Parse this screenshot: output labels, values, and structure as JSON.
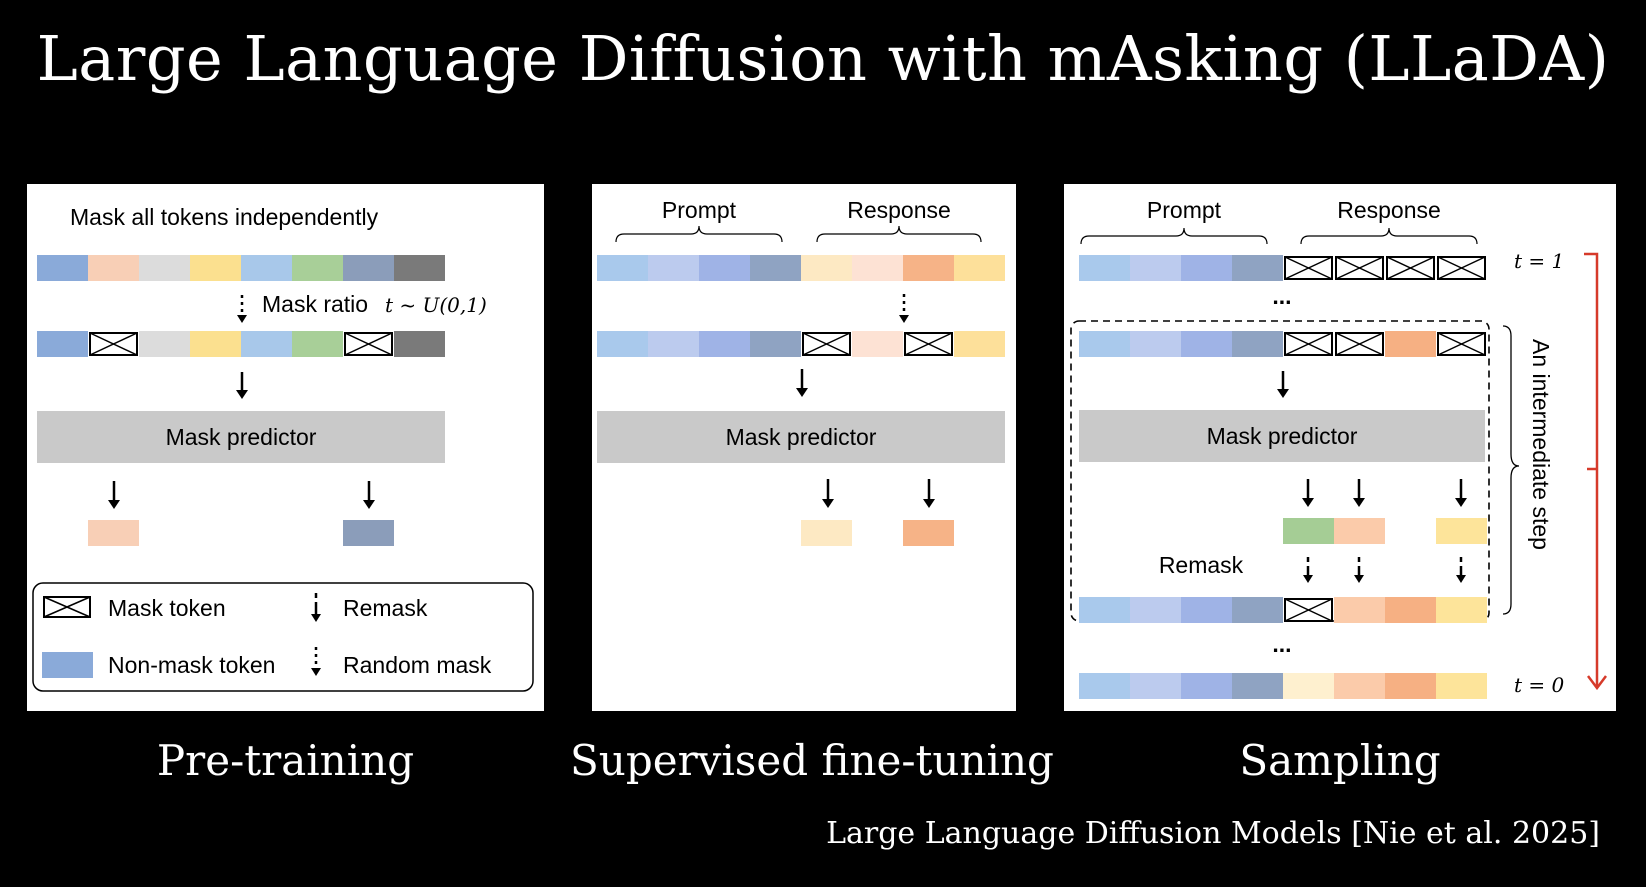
{
  "slide": {
    "title": "Large Language Diffusion with mAsking (LLaDA)",
    "citation": "Large Language Diffusion Models [Nie et al. 2025]"
  },
  "colors": {
    "background": "#000000",
    "panel": "#ffffff",
    "predictor": "#c9c9c9",
    "time_arrow": "#d63a2a",
    "tokens": {
      "blue1": "#8aaad9",
      "peach": "#f8cfb6",
      "lightgray": "#dcdcdc",
      "yellow": "#fbe08f",
      "skyblue": "#a8c8ea",
      "green": "#a8cf98",
      "slate": "#8b9dba",
      "darkgray": "#7a7a7a",
      "p1": "#a9c9ec",
      "p2": "#bccbee",
      "p3": "#9fb3e6",
      "p4": "#8fa3c2",
      "r_cream": "#fde9c3",
      "r_pink": "#fde2d4",
      "r_orange": "#f6b387",
      "r_yellow": "#fde09a",
      "s_peach": "#fbcbaa",
      "s_orange": "#f6b083",
      "s_yellow": "#fde49a",
      "s_cream": "#fef0cf",
      "s_green": "#a5cd95"
    }
  },
  "pretraining": {
    "caption": "Pre-training",
    "header": "Mask all tokens independently",
    "mask_ratio_label": "Mask ratio",
    "mask_ratio_formula": "t ~ U(0,1)",
    "predictor_label": "Mask predictor",
    "legend": {
      "mask_token": "Mask token",
      "non_mask_token": "Non-mask token",
      "remask": "Remask",
      "random_mask": "Random mask"
    }
  },
  "sft": {
    "caption": "Supervised fine-tuning",
    "prompt_label": "Prompt",
    "response_label": "Response",
    "predictor_label": "Mask predictor"
  },
  "sampling": {
    "caption": "Sampling",
    "prompt_label": "Prompt",
    "response_label": "Response",
    "predictor_label": "Mask predictor",
    "remask_label": "Remask",
    "intermediate_label": "An intermediate step",
    "t_start": "t = 1",
    "t_end": "t = 0",
    "ellipsis": "..."
  }
}
